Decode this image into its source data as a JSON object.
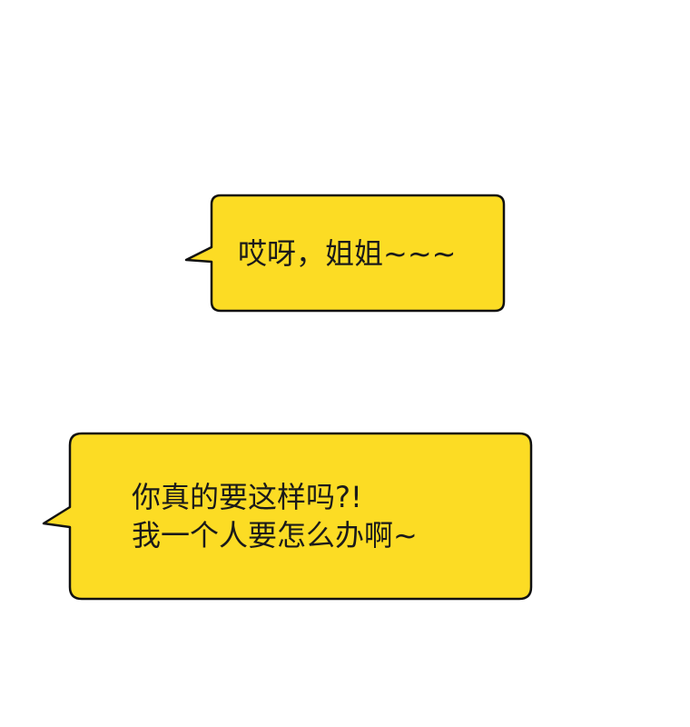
{
  "bubble_color": "#fcdc24",
  "outline_color": "#111111",
  "bubbles": [
    {
      "lines": [
        "哎呀，姐姐~~~"
      ]
    },
    {
      "lines": [
        "你真的要这样吗?!",
        "我一个人要怎么办啊~"
      ]
    }
  ]
}
